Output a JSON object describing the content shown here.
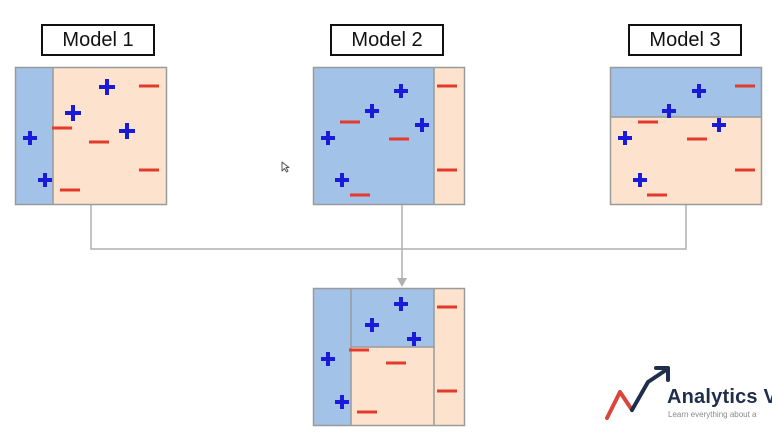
{
  "models": [
    {
      "label": "Model 1"
    },
    {
      "label": "Model 2"
    },
    {
      "label": "Model 3"
    }
  ],
  "symbols": {
    "plus": "+",
    "minus": "−"
  },
  "colors": {
    "positive_region": "#a3c2e8",
    "negative_region": "#fde3cd",
    "plus_mark": "#1a1ad9",
    "minus_mark": "#e23a2c",
    "connector": "#b0b0b0",
    "panel_border": "#9a9a9a",
    "cursor": "#555555",
    "logo_arrow_red": "#d9463b",
    "logo_arrow_navy": "#1f2e4a"
  },
  "icons": {
    "cursor": "mouse-pointer-icon",
    "logo": "analytics-vidhya-logo-icon"
  },
  "logo": {
    "brand_text": "Analytics V",
    "tagline": "Learn everything about a"
  }
}
